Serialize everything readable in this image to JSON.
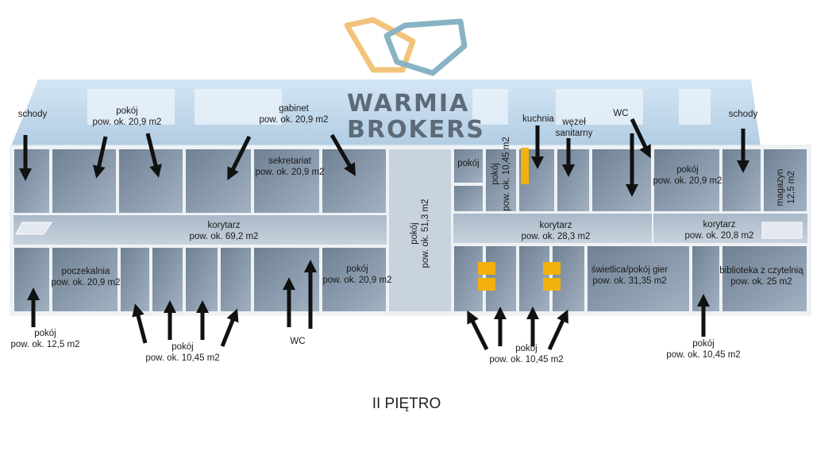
{
  "brand": {
    "line1": "WARMIA",
    "line2": "BROKERS",
    "logo_colors": [
      "#f2c37a",
      "#88b3c4"
    ]
  },
  "floor_label": "II PIĘTRO",
  "rooms": [
    {
      "id": "schody-left",
      "name": "schody",
      "area": ""
    },
    {
      "id": "pokoj-top1",
      "name": "pokój",
      "area": "pow. ok. 20,9 m2"
    },
    {
      "id": "gabinet",
      "name": "gabinet",
      "area": "pow. ok. 20,9 m2"
    },
    {
      "id": "sekretariat",
      "name": "sekretariat",
      "area": "pow. ok. 20,9 m2"
    },
    {
      "id": "korytarz-left",
      "name": "korytarz",
      "area": "pow. ok. 69,2 m2"
    },
    {
      "id": "poczekalnia",
      "name": "poczekalnia",
      "area": "pow. ok. 20,9 m2"
    },
    {
      "id": "pokoj-bottom-left",
      "name": "pokój",
      "area": "pow. ok. 12,5 m2"
    },
    {
      "id": "pokoj-bottom-group1",
      "name": "pokój",
      "area": "pow. ok. 10,45 m2"
    },
    {
      "id": "wc-left",
      "name": "WC",
      "area": ""
    },
    {
      "id": "pokoj-mid-bottom",
      "name": "pokój",
      "area": "pow. ok. 20,9 m2"
    },
    {
      "id": "pokoj-center",
      "name": "pokój",
      "area": "pow. ok. 51,3 m2"
    },
    {
      "id": "pokoj-small",
      "name": "pokój",
      "area": ""
    },
    {
      "id": "pokoj-vert",
      "name": "pokój",
      "area": "pow. ok. 10,45 m2"
    },
    {
      "id": "kuchnia",
      "name": "kuchnia",
      "area": ""
    },
    {
      "id": "wezel",
      "name": "węzeł sanitarny",
      "area": ""
    },
    {
      "id": "wc-right",
      "name": "WC",
      "area": ""
    },
    {
      "id": "korytarz-mid",
      "name": "korytarz",
      "area": "pow. ok. 28,3 m2"
    },
    {
      "id": "pokoj-bottom-group2",
      "name": "pokój",
      "area": "pow. ok. 10,45 m2"
    },
    {
      "id": "swietlica",
      "name": "świetlica/pokój gier",
      "area": "pow. ok. 31,35 m2"
    },
    {
      "id": "pokoj-right-top",
      "name": "pokój",
      "area": "pow. ok. 20,9 m2"
    },
    {
      "id": "schody-right",
      "name": "schody",
      "area": ""
    },
    {
      "id": "magazyn",
      "name": "magazyn",
      "area": "12,5 m2"
    },
    {
      "id": "korytarz-right",
      "name": "korytarz",
      "area": "pow. ok. 20,8 m2"
    },
    {
      "id": "biblioteka",
      "name": "biblioteka z czytelnią",
      "area": "pow. ok. 25 m2"
    },
    {
      "id": "pokoj-bottom-right",
      "name": "pokój",
      "area": "pow. ok. 10,45 m2"
    }
  ]
}
